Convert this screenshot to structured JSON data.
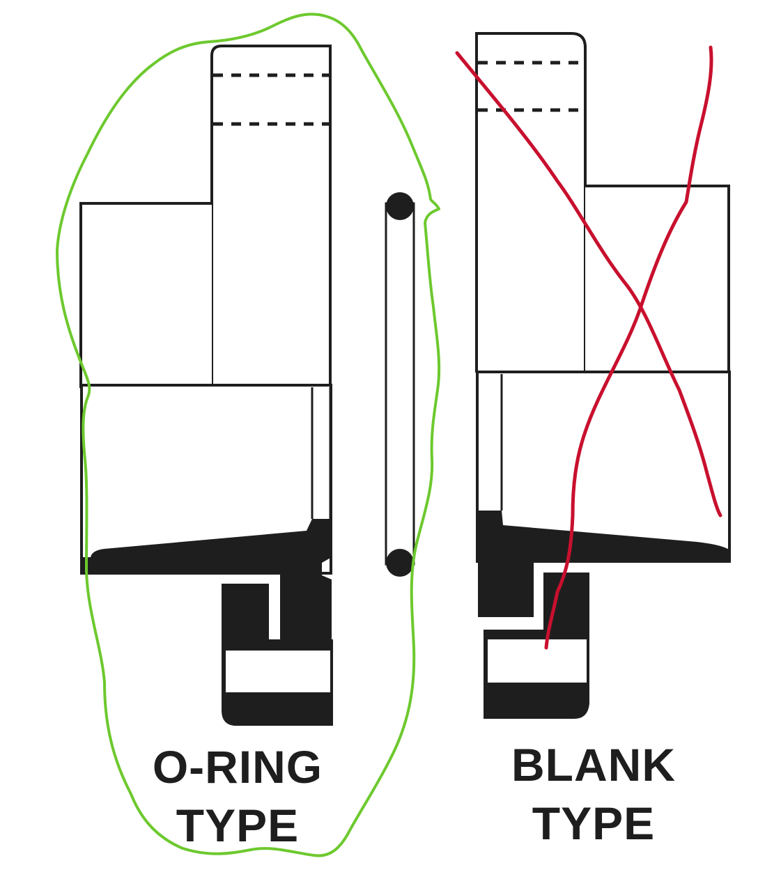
{
  "diagram": {
    "type": "technical cross-section comparison",
    "colors": {
      "ink": "#1e1e1e",
      "background": "#ffffff",
      "approve_annotation": "#6dc92e",
      "reject_annotation": "#c8102e"
    },
    "parts": [
      {
        "id": "oring-type",
        "label_line1": "O-RING",
        "label_line2": "TYPE",
        "annotation": "circled-green",
        "components": [
          "upper-block-with-dashed-lines",
          "left-block",
          "lower-body",
          "sealing-profile",
          "o-ring-groove"
        ]
      },
      {
        "id": "o-ring",
        "description": "separate o-ring seal shown between the two types"
      },
      {
        "id": "blank-type",
        "label_line1": "BLANK",
        "label_line2": "TYPE",
        "annotation": "crossed-out-red",
        "components": [
          "upper-block-with-dashed-lines",
          "right-block",
          "lower-body",
          "sealing-profile"
        ]
      }
    ]
  }
}
